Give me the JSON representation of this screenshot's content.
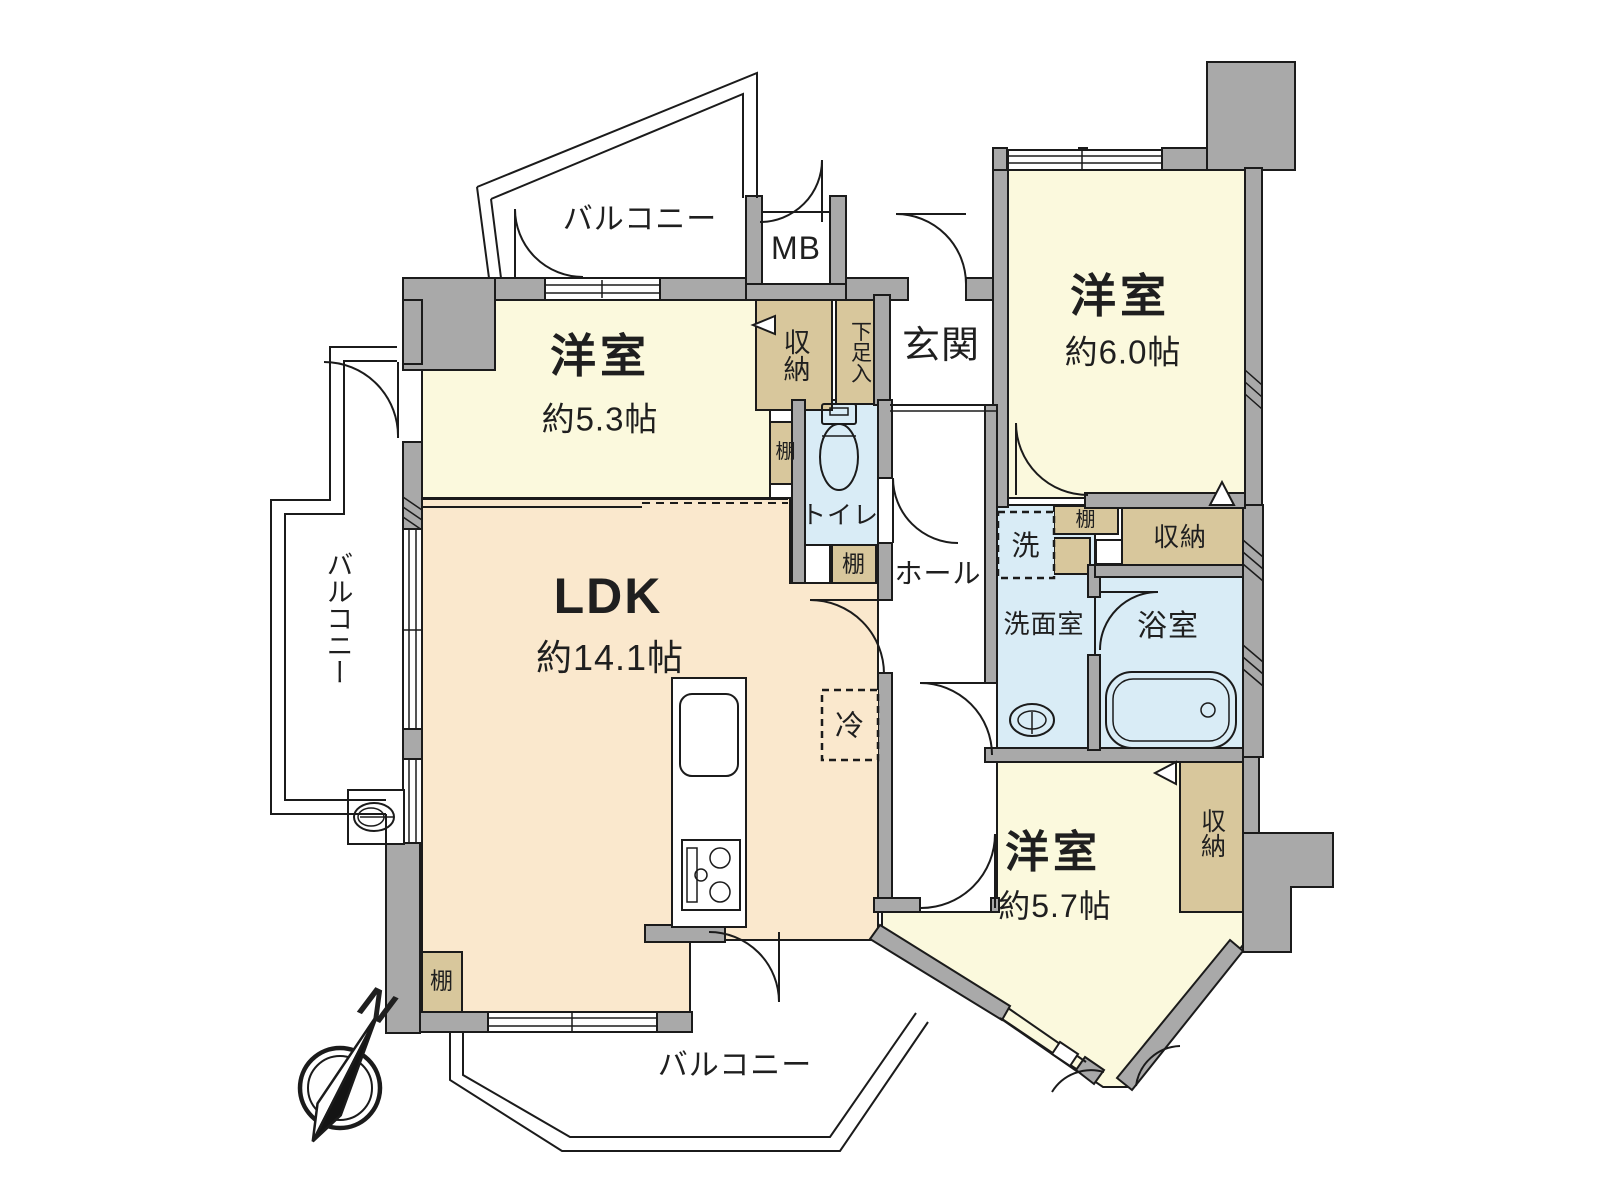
{
  "colors": {
    "wall_gray": "#a9a9a9",
    "room_cream": "#fbf9dd",
    "room_peach": "#fae8cd",
    "water_blue": "#d9ecf6",
    "storage_tan": "#d8c79c",
    "line_black": "#1b1b1b"
  },
  "rooms": {
    "balcony_top": "バルコニー",
    "balcony_left": "バルコニー",
    "balcony_bottom": "バルコニー",
    "meter_box": "MB",
    "bedroom_nw_name": "洋室",
    "bedroom_nw_area": "約5.3帖",
    "bedroom_ne_name": "洋室",
    "bedroom_ne_area": "約6.0帖",
    "bedroom_se_name": "洋室",
    "bedroom_se_area": "約5.7帖",
    "ldk_name": "LDK",
    "ldk_area": "約14.1帖",
    "entrance": "玄関",
    "hall": "ホール",
    "toilet": "トイレ",
    "washroom": "洗面室",
    "bathroom": "浴室",
    "washer": "洗",
    "fridge": "冷",
    "shoe_cabinet": "下足入",
    "storage_entrance": "収納",
    "storage_east": "収納",
    "storage_se": "収納",
    "shelf_toilet_side": "棚",
    "shelf_toilet_bottom": "棚",
    "shelf_washroom": "棚",
    "shelf_ldk": "棚"
  },
  "compass": {
    "north_label": "N"
  }
}
